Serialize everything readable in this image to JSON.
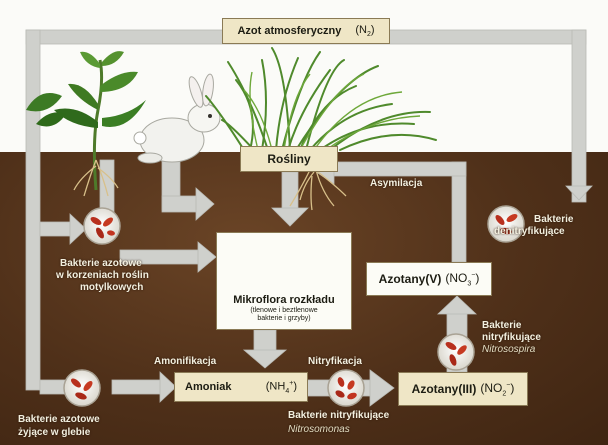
{
  "boxes": {
    "atmosphere": {
      "name": "Azot atmosferyczny",
      "formula": "(N",
      "sub": "2",
      "close": ")"
    },
    "plants": "Rośliny",
    "microflora": {
      "title": "Mikroflora rozkładu",
      "note": "(tlenowe i beztlenowe bakterie i grzyby)"
    },
    "ammonia": {
      "name": "Amoniak",
      "formula": "(NH",
      "sub": "4",
      "sup": "+",
      "close": ")"
    },
    "nitrite": {
      "name": "Azotany(III)",
      "formula": "(NO",
      "sub": "2",
      "sup": "−",
      "close": ")"
    },
    "nitrate": {
      "name": "Azotany(V)",
      "formula": "(NO",
      "sub": "3",
      "sup": "−",
      "close": ")"
    }
  },
  "labels": {
    "assimilation": "Asymilacja",
    "denitrifying_1": "Bakterie",
    "denitrifying_2": "denitryfikujące",
    "root_bacteria_1": "Bakterie azotowe",
    "root_bacteria_2": "w korzeniach roślin",
    "root_bacteria_3": "motylkowych",
    "ammonification": "Amonifikacja",
    "nitrification": "Nitryfikacja",
    "nitrifying_top_1": "Bakterie",
    "nitrifying_top_2": "nitryfikujące",
    "nitrosospira": "Nitrosospira",
    "nitrifying_bottom": "Bakterie nitryfikujące",
    "nitrosomonas": "Nitrosomonas",
    "soil_bacteria_1": "Bakterie azotowe",
    "soil_bacteria_2": "żyjące w glebie"
  },
  "colors": {
    "soil": "#4f3019",
    "arrow": "#cfd0cc",
    "box_beige": "#efe6c6",
    "box_white": "#fcfcf6"
  }
}
